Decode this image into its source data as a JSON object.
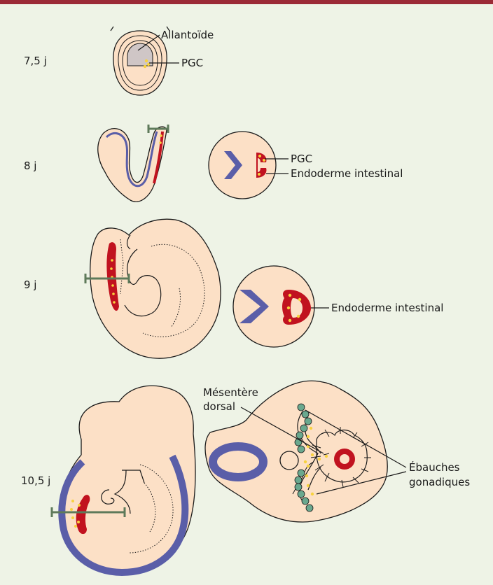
{
  "stages": [
    {
      "age": "7,5 j"
    },
    {
      "age": "8 j"
    },
    {
      "age": "9 j"
    },
    {
      "age": "10,5 j"
    }
  ],
  "labels": {
    "allantoide": "Allantoïde",
    "pgc_1": "PGC",
    "pgc_2": "PGC",
    "endoderme_1": "Endoderme intestinal",
    "endoderme_2": "Endoderme intestinal",
    "mesentere_line1": "Mésentère",
    "mesentere_line2": "dorsal",
    "ebauches_line1": "Ébauches",
    "ebauches_line2": "gonadiques"
  },
  "colors": {
    "background": "#eef3e6",
    "top_bar": "#9b2a36",
    "tissue": "#fce0c6",
    "neural_blue": "#5a5ea8",
    "endoderm_red": "#c1121f",
    "pgc_yellow": "#f7d23e",
    "section_marker_green": "#5e7a5a",
    "gonad_green": "#6aa88e",
    "allantois_grey": "#cfc6c6"
  }
}
